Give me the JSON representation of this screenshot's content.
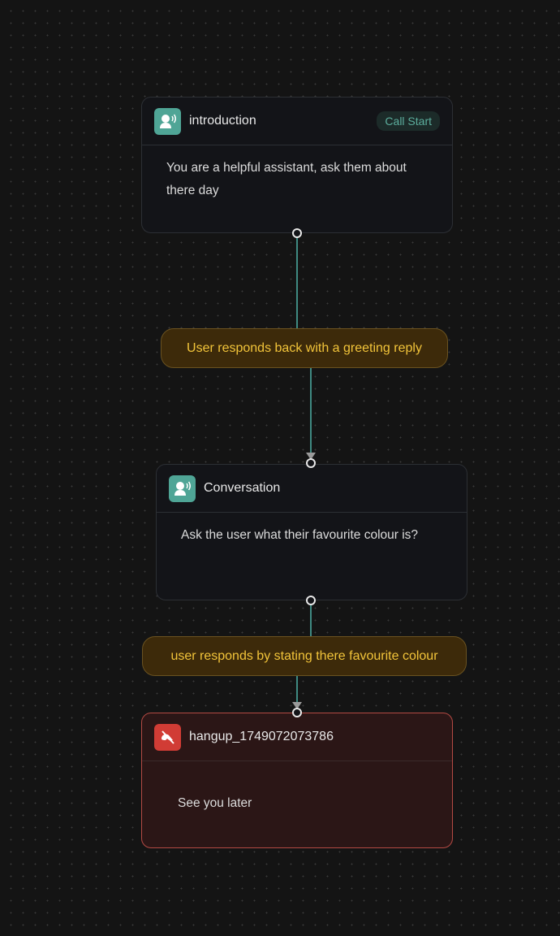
{
  "nodes": [
    {
      "title": "introduction",
      "badge": "Call Start",
      "prompt": "You are a helpful assistant, ask them about there day",
      "icon": "speaking-person-icon"
    },
    {
      "title": "Conversation",
      "prompt": "Ask the user what their favourite colour is?",
      "icon": "speaking-person-icon"
    },
    {
      "title": "hangup_1749072073786",
      "prompt": "See you later",
      "icon": "hangup-phone-icon"
    }
  ],
  "edges": [
    {
      "label": "User responds back with a greeting reply"
    },
    {
      "label": "user responds by stating there favourite colour"
    }
  ],
  "colors": {
    "edge": "#3f8a82",
    "label_text": "#f2c43a",
    "accent": "#4fa596",
    "hangup": "#d13c35"
  }
}
